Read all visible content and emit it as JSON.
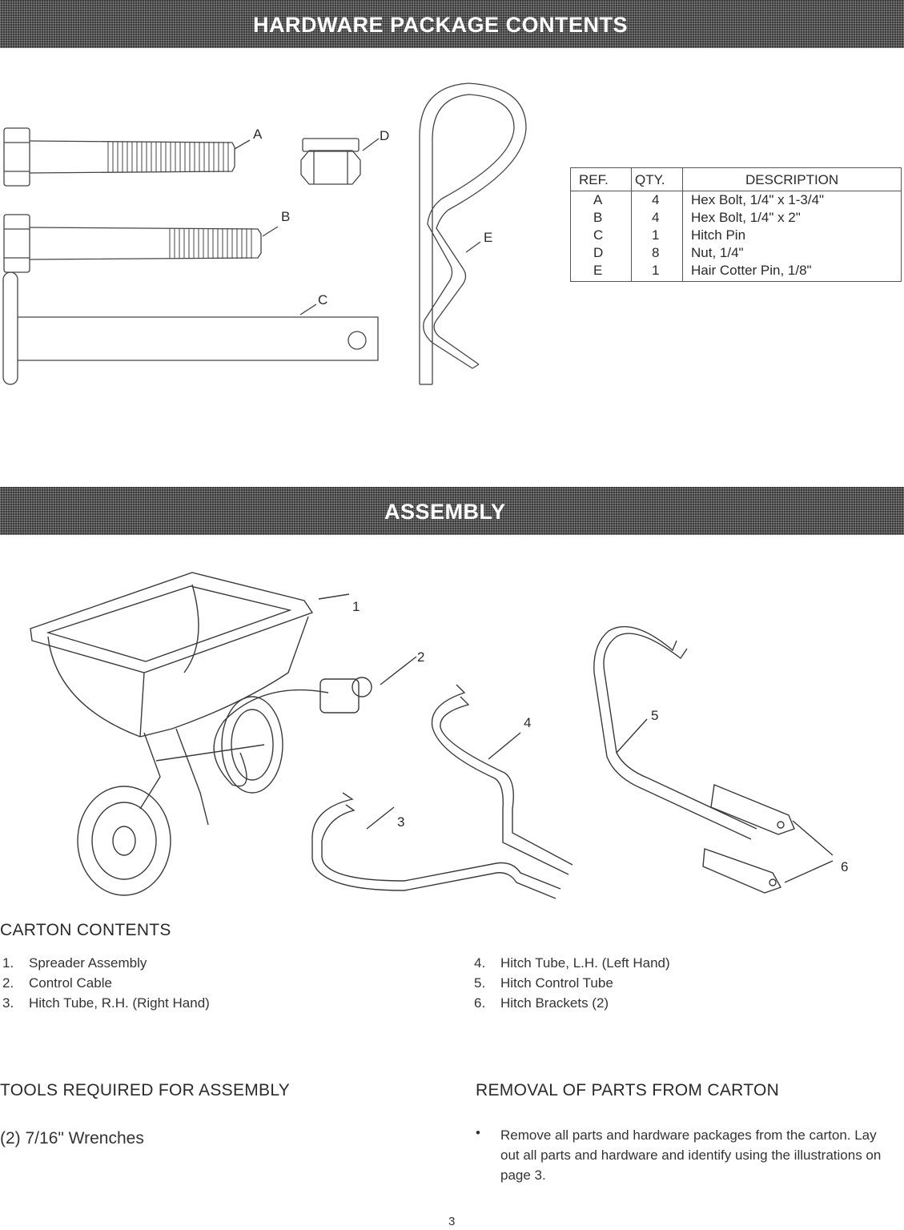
{
  "hardware": {
    "banner_title": "HARDWARE PACKAGE CONTENTS",
    "callouts": {
      "a": "A",
      "b": "B",
      "c": "C",
      "d": "D",
      "e": "E"
    },
    "table": {
      "headers": {
        "ref": "REF.",
        "qty": "QTY.",
        "description": "DESCRIPTION"
      },
      "rows": [
        {
          "ref": "A",
          "qty": "4",
          "description": "Hex Bolt, 1/4\" x 1-3/4\""
        },
        {
          "ref": "B",
          "qty": "4",
          "description": "Hex Bolt, 1/4\" x 2\""
        },
        {
          "ref": "C",
          "qty": "1",
          "description": "Hitch Pin"
        },
        {
          "ref": "D",
          "qty": "8",
          "description": "Nut, 1/4\""
        },
        {
          "ref": "E",
          "qty": "1",
          "description": "Hair Cotter Pin, 1/8\""
        }
      ]
    }
  },
  "assembly": {
    "banner_title": "ASSEMBLY",
    "callouts": {
      "c1": "1",
      "c2": "2",
      "c3": "3",
      "c4": "4",
      "c5": "5",
      "c6": "6"
    }
  },
  "carton_contents": {
    "heading": "CARTON CONTENTS",
    "items": [
      {
        "num": "1.",
        "label": "Spreader Assembly"
      },
      {
        "num": "2.",
        "label": "Control Cable"
      },
      {
        "num": "3.",
        "label": "Hitch Tube, R.H. (Right Hand)"
      },
      {
        "num": "4.",
        "label": "Hitch Tube, L.H. (Left Hand)"
      },
      {
        "num": "5.",
        "label": "Hitch Control Tube"
      },
      {
        "num": "6.",
        "label": "Hitch Brackets (2)"
      }
    ]
  },
  "tools": {
    "heading": "TOOLS REQUIRED FOR ASSEMBLY",
    "text": "(2) 7/16\" Wrenches"
  },
  "removal": {
    "heading": "REMOVAL OF PARTS FROM CARTON",
    "bullet": "•",
    "text": "Remove all parts and hardware packages from the carton. Lay out all parts and hardware and identify using the illustrations on page 3."
  },
  "page_number": "3"
}
